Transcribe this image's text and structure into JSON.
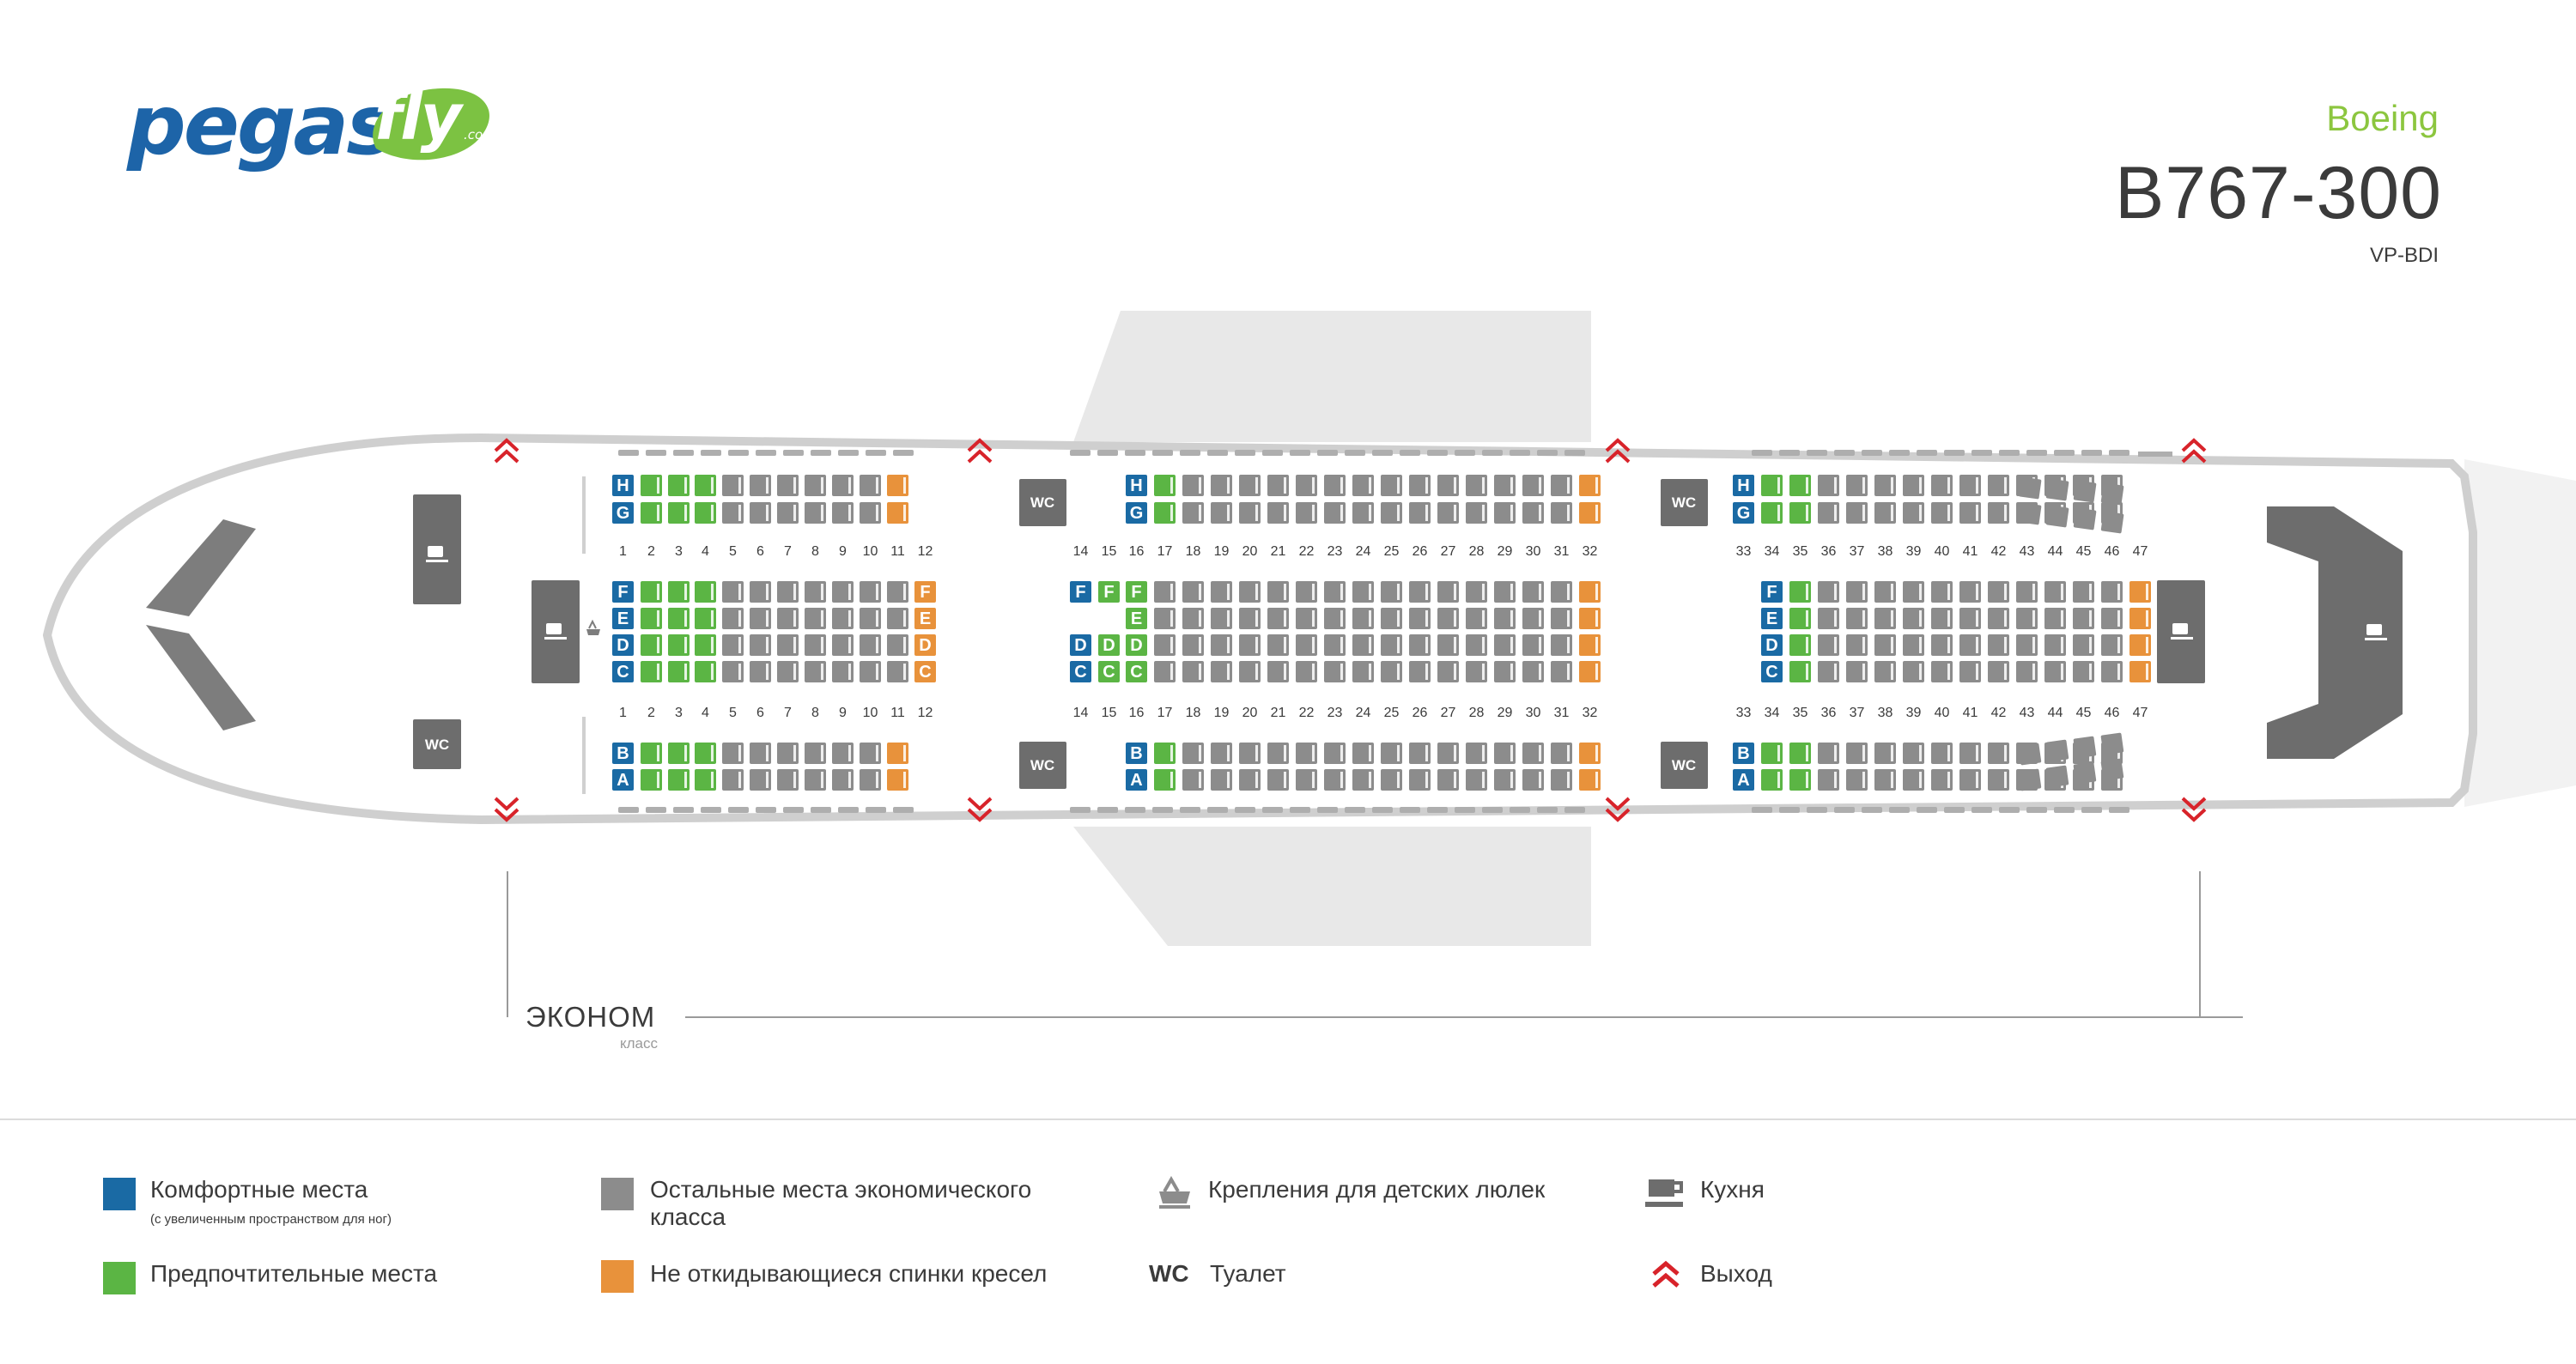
{
  "logo": {
    "brand": "pegas",
    "suffix": "fly",
    "domain": ".com"
  },
  "header": {
    "manufacturer": "Boeing",
    "model": "B767-300",
    "registration": "VP-BDI"
  },
  "cabin_class": {
    "name": "ЭКОНОМ",
    "subtitle": "класс"
  },
  "colors": {
    "comfort": "#1a6aa4",
    "preferred": "#5bb544",
    "economy": "#8c8c8c",
    "no_recline": "#e8923b",
    "service": "#6d6d6d",
    "exit": "#d8232a",
    "fuselage": "#eeeeee",
    "accent_green": "#8cc63f",
    "logo_blue": "#1d64a8"
  },
  "row_numbers": {
    "section1": [
      "1",
      "2",
      "3",
      "4",
      "5",
      "6",
      "7",
      "8",
      "9",
      "10",
      "11",
      "12"
    ],
    "section2": [
      "14",
      "15",
      "16",
      "17",
      "18",
      "19",
      "20",
      "21",
      "22",
      "23",
      "24",
      "25",
      "26",
      "27",
      "28",
      "29",
      "30",
      "31",
      "32"
    ],
    "section3": [
      "33",
      "34",
      "35",
      "36",
      "37",
      "38",
      "39",
      "40",
      "41",
      "42",
      "43",
      "44",
      "45",
      "46",
      "47"
    ]
  },
  "seat_letters": {
    "top": [
      "H",
      "G"
    ],
    "middle": [
      "F",
      "E",
      "D",
      "C"
    ],
    "bottom": [
      "B",
      "A"
    ]
  },
  "seat_categories": {
    "section1": {
      "top": [
        "comfort",
        "preferred",
        "preferred",
        "preferred",
        "economy",
        "economy",
        "economy",
        "economy",
        "economy",
        "economy",
        "no_recline"
      ],
      "middle": [
        "comfort",
        "preferred",
        "preferred",
        "preferred",
        "economy",
        "economy",
        "economy",
        "economy",
        "economy",
        "economy",
        "economy",
        "no_recline"
      ],
      "bottom": [
        "comfort",
        "preferred",
        "preferred",
        "preferred",
        "economy",
        "economy",
        "economy",
        "economy",
        "economy",
        "economy",
        "no_recline"
      ]
    },
    "section2": {
      "top": [
        "comfort",
        "preferred",
        "economy",
        "economy",
        "economy",
        "economy",
        "economy",
        "economy",
        "economy",
        "economy",
        "economy",
        "economy",
        "economy",
        "economy",
        "economy",
        "economy",
        "no_recline"
      ],
      "bottom": [
        "comfort",
        "preferred",
        "economy",
        "economy",
        "economy",
        "economy",
        "economy",
        "economy",
        "economy",
        "economy",
        "economy",
        "economy",
        "economy",
        "economy",
        "economy",
        "economy",
        "no_recline"
      ]
    },
    "section3": {
      "top": [
        "comfort",
        "preferred",
        "preferred",
        "economy",
        "economy",
        "economy",
        "economy",
        "economy",
        "economy",
        "economy",
        "economy",
        "economy",
        "economy",
        "economy"
      ],
      "middle": [
        "comfort",
        "preferred",
        "economy",
        "economy",
        "economy",
        "economy",
        "economy",
        "economy",
        "economy",
        "economy",
        "economy",
        "economy",
        "economy",
        "no_recline"
      ],
      "bottom": [
        "comfort",
        "preferred",
        "preferred",
        "economy",
        "economy",
        "economy",
        "economy",
        "economy",
        "economy",
        "economy",
        "economy",
        "economy",
        "economy",
        "economy"
      ]
    }
  },
  "facilities": {
    "wc_label": "WC"
  },
  "legend": [
    {
      "key": "comfort",
      "label": "Комфортные места",
      "note": "(с увеличенным пространством для ног)"
    },
    {
      "key": "economy",
      "label": "Остальные места экономического класса"
    },
    {
      "key": "bassinet",
      "label": "Крепления для детских люлек"
    },
    {
      "key": "galley",
      "label": "Кухня"
    },
    {
      "key": "preferred",
      "label": "Предпочтительные места"
    },
    {
      "key": "no_recline",
      "label": "Не откидывающиеся спинки кресел"
    },
    {
      "key": "wc",
      "symbol": "WC",
      "label": "Туалет"
    },
    {
      "key": "exit",
      "label": "Выход"
    }
  ]
}
